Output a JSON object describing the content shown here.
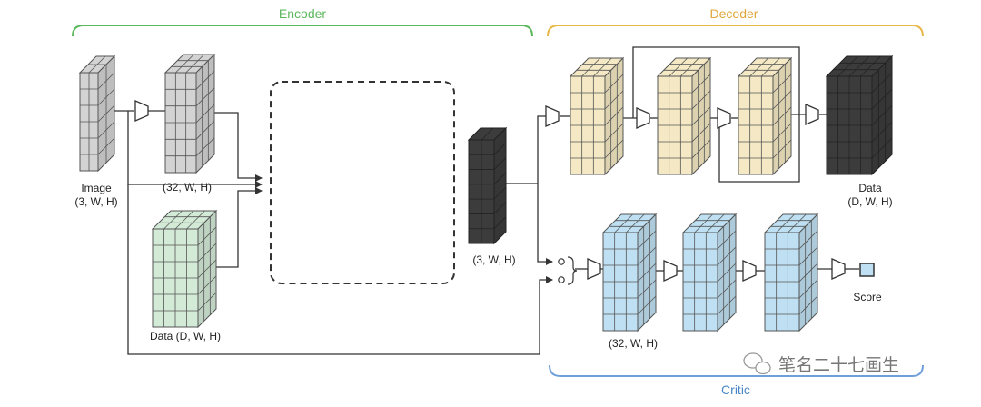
{
  "sections": {
    "encoder": "Encoder",
    "decoder": "Decoder",
    "critic": "Critic"
  },
  "labels": {
    "image_name": "Image",
    "image_dims": "(3, W, H)",
    "encoder_features": "(32, W, H)",
    "data_input": "Data (D, W, H)",
    "encoded": "(3, W, H)",
    "decoded_name": "Data",
    "decoded_dims": "(D, W, H)",
    "critic_features": "(32, W, H)",
    "score": "Score"
  },
  "watermark": "笔名二十七画生",
  "colors": {
    "encoder_bracket": "#5cb85c",
    "decoder_bracket": "#e8b84a",
    "critic_bracket": "#6f9fd8",
    "gray_tensor": "#d3d3d3",
    "green_tensor": "#d3ead7",
    "yellow_tensor": "#f4e9c4",
    "blue_tensor": "#bfe0f2",
    "dark_tensor": "#3c3c3c",
    "line": "#333333"
  }
}
